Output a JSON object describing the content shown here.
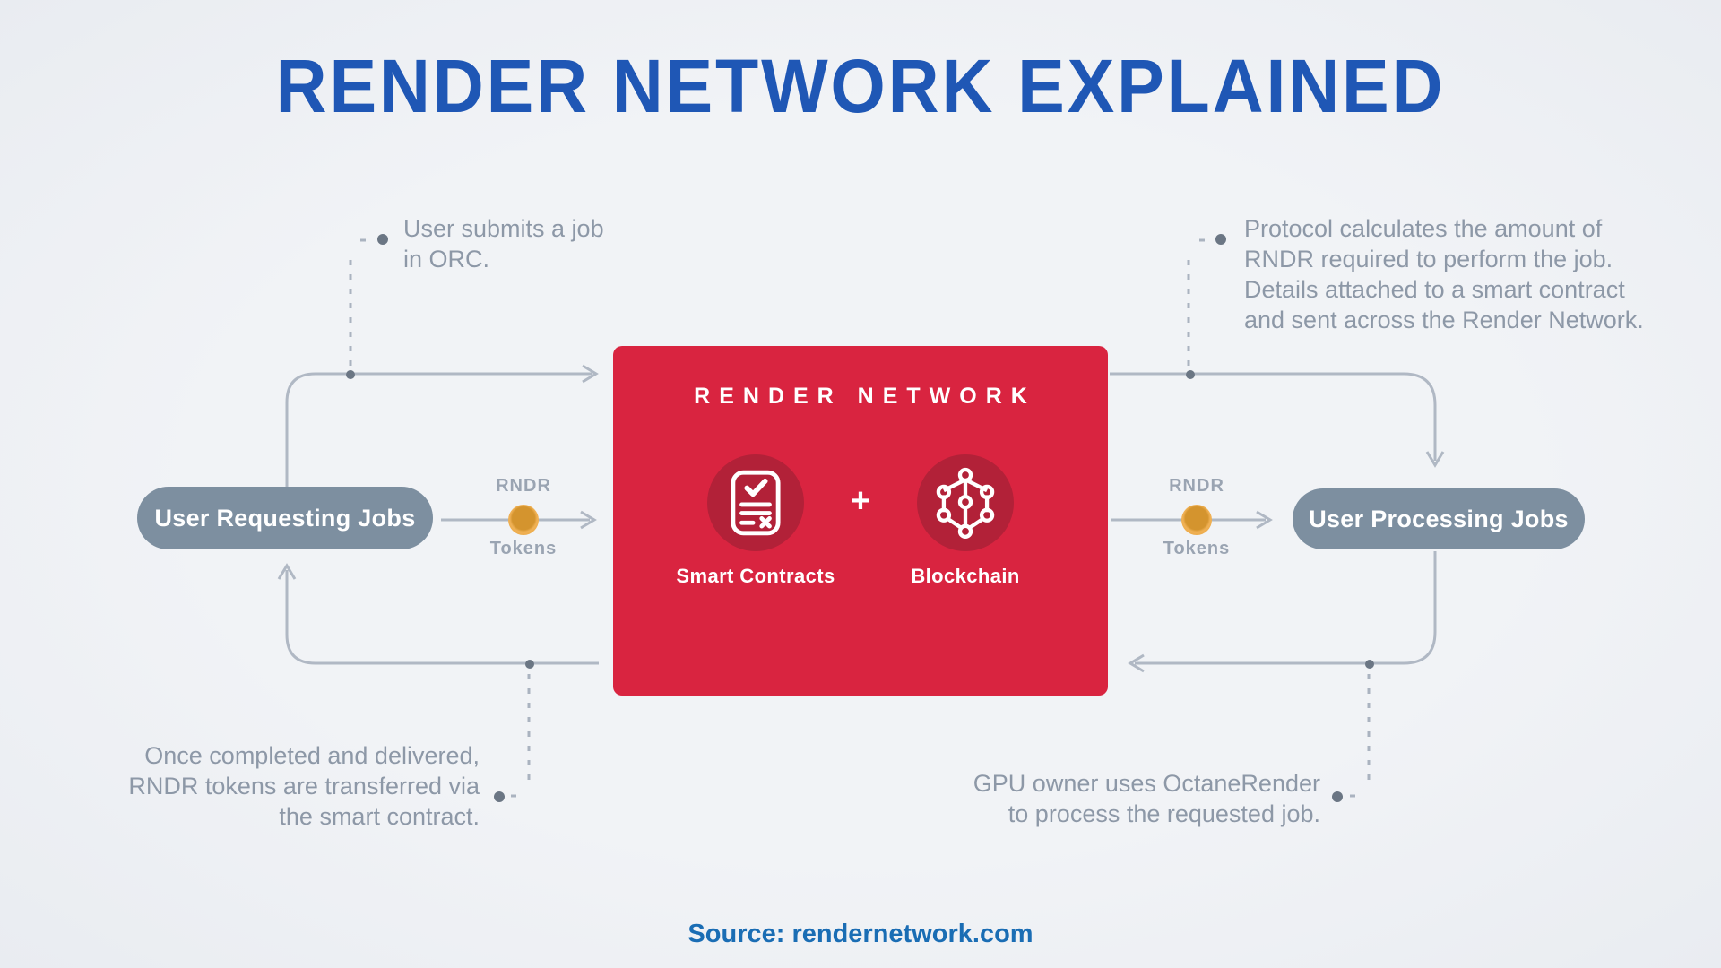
{
  "title": "RENDER NETWORK EXPLAINED",
  "center_box": {
    "heading": "RENDER NETWORK",
    "plus_sign": "+",
    "items": [
      {
        "label": "Smart Contracts"
      },
      {
        "label": "Blockchain"
      }
    ]
  },
  "pills": {
    "left_label": "User Requesting Jobs",
    "right_label": "User Processing Jobs"
  },
  "tokens": {
    "currency": "RNDR",
    "unit": "Tokens"
  },
  "annotations": {
    "top_left": "User submits a job\nin ORC.",
    "top_right": "Protocol calculates the amount of\nRNDR required to perform the job.\nDetails attached to a smart contract\nand sent across the Render Network.",
    "bottom_left": "Once completed and delivered,\nRNDR tokens are transferred via\nthe smart contract.",
    "bottom_right": "GPU owner uses OctaneRender\nto process the requested job."
  },
  "footer": {
    "source": "Source: rendernetwork.com"
  },
  "colors": {
    "background": "#eef0f4",
    "title_blue": "#1f57b5",
    "source_blue": "#1a6db4",
    "red_box": "#d92440",
    "icon_circle_red": "#b22138",
    "pill_gray": "#7d8fa0",
    "annotation_gray": "#8d98a7",
    "token_label_gray": "#9aa4b2",
    "connector_gray": "#b0b8c4",
    "dot_gray": "#6b7684",
    "coin_orange": "#e8a33c"
  }
}
